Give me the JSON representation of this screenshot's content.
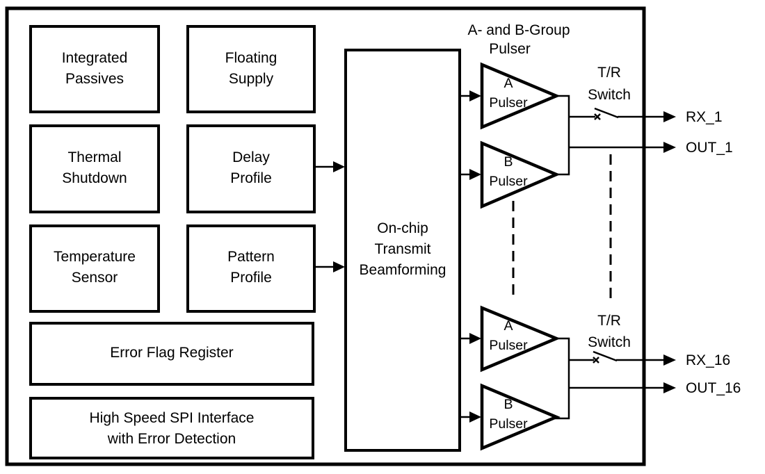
{
  "meta": {
    "background_color": "#ffffff",
    "line_color": "#000000"
  },
  "chip": {
    "blocks": {
      "integrated_passives": {
        "line1": "Integrated",
        "line2": "Passives"
      },
      "floating_supply": {
        "line1": "Floating",
        "line2": "Supply"
      },
      "thermal_shutdown": {
        "line1": "Thermal",
        "line2": "Shutdown"
      },
      "delay_profile": {
        "line1": "Delay",
        "line2": "Profile"
      },
      "temperature_sensor": {
        "line1": "Temperature",
        "line2": "Sensor"
      },
      "pattern_profile": {
        "line1": "Pattern",
        "line2": "Profile"
      },
      "error_flag_register": {
        "label": "Error Flag Register"
      },
      "spi_interface": {
        "line1": "High Speed SPI Interface",
        "line2": "with Error Detection"
      },
      "beamforming": {
        "line1": "On-chip",
        "line2": "Transmit",
        "line3": "Beamforming"
      }
    },
    "pulser_group": {
      "heading_line1": "A- and B-Group",
      "heading_line2": "Pulser",
      "a_pulser": {
        "line1": "A",
        "line2": "Pulser"
      },
      "b_pulser": {
        "line1": "B",
        "line2": "Pulser"
      }
    },
    "tr_switch": {
      "line1": "T/R",
      "line2": "Switch"
    }
  },
  "ports": {
    "rx_1": "RX_1",
    "out_1": "OUT_1",
    "rx_16": "RX_16",
    "out_16": "OUT_16"
  }
}
